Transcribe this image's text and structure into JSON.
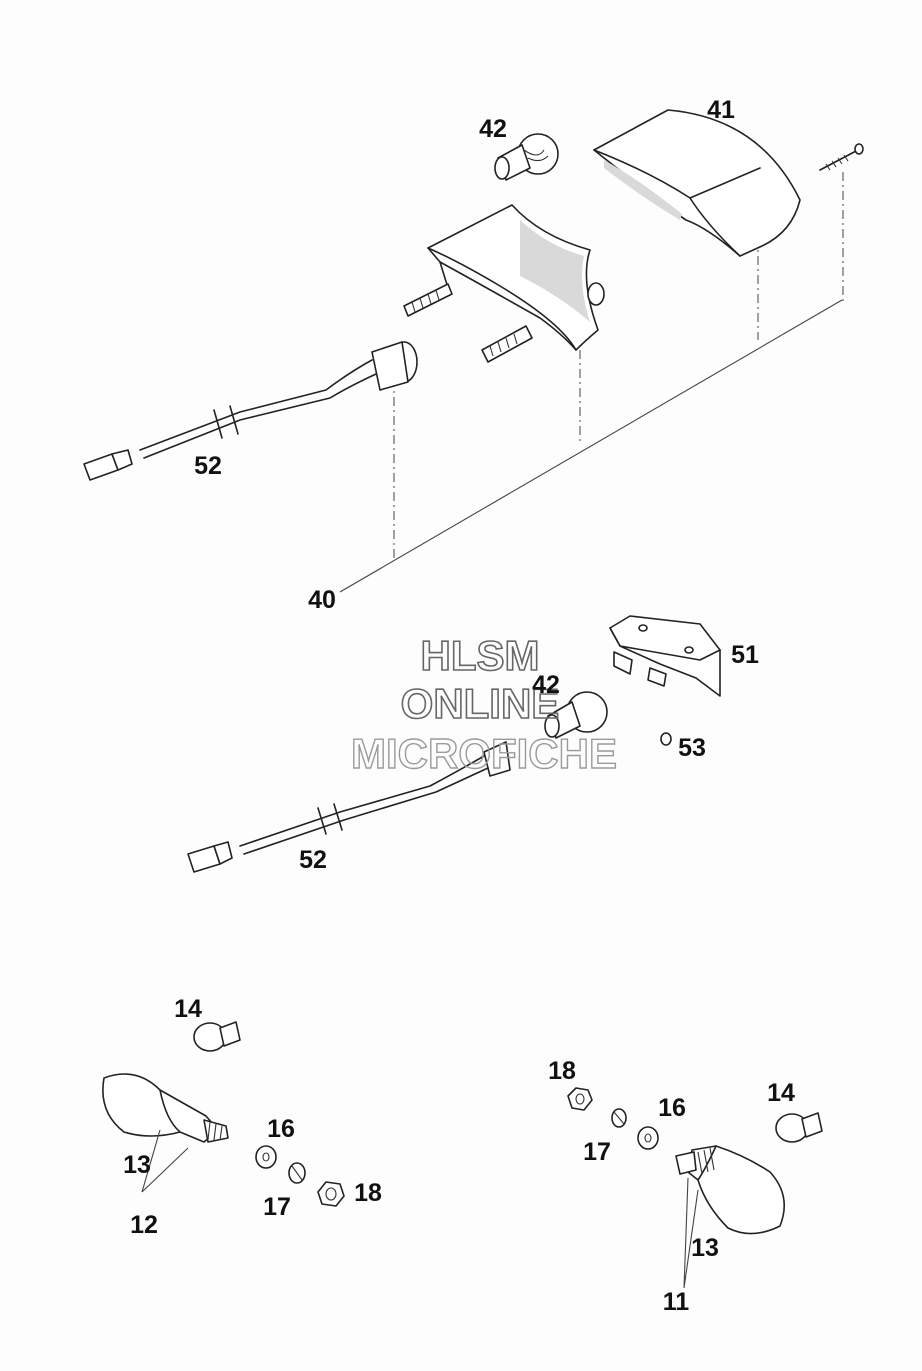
{
  "watermark": {
    "line1": "HLSM",
    "line2": "ONLINE",
    "line3": "MICROFICHE"
  },
  "labels": {
    "p40": "40",
    "p41": "41",
    "p42_top": "42",
    "p42_mid": "42",
    "p51": "51",
    "p52_top": "52",
    "p52_mid": "52",
    "p53": "53",
    "p14_left": "14",
    "p13_left": "13",
    "p12": "12",
    "p16_left": "16",
    "p17_left": "17",
    "p18_left": "18",
    "p18_right": "18",
    "p16_right": "16",
    "p17_right": "17",
    "p14_right": "14",
    "p13_right": "13",
    "p11": "11"
  }
}
